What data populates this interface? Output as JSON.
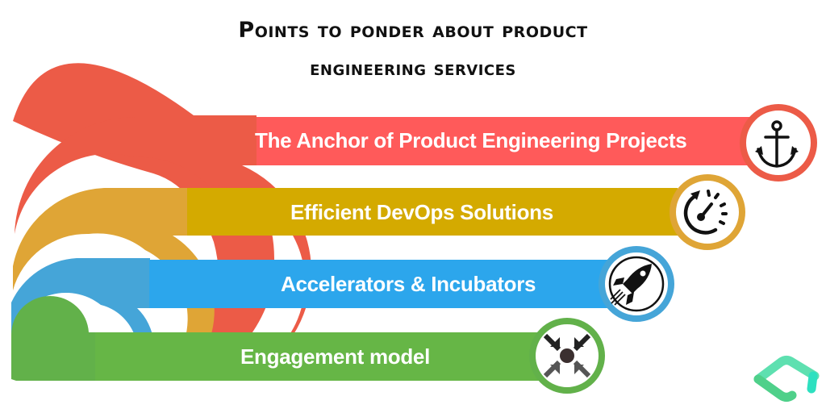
{
  "title": {
    "line1": "Points to ponder about product",
    "line2": "engineering services"
  },
  "items": [
    {
      "label": "The Anchor of Product Engineering Projects",
      "icon": "anchor-icon",
      "color": "#FF5A5A",
      "arc_color": "#EC5B47"
    },
    {
      "label": "Efficient DevOps Solutions",
      "icon": "speedometer-icon",
      "color": "#D4AA00",
      "arc_color": "#DFA536"
    },
    {
      "label": "Accelerators & Incubators",
      "icon": "rocket-icon",
      "color": "#2CA6EC",
      "arc_color": "#45A5D8"
    },
    {
      "label": "Engagement model",
      "icon": "converging-arrows-icon",
      "color": "#66B646",
      "arc_color": "#62B14A"
    }
  ],
  "logo": {
    "icon": "brand-logo-icon",
    "color": "#4FD8A0"
  }
}
